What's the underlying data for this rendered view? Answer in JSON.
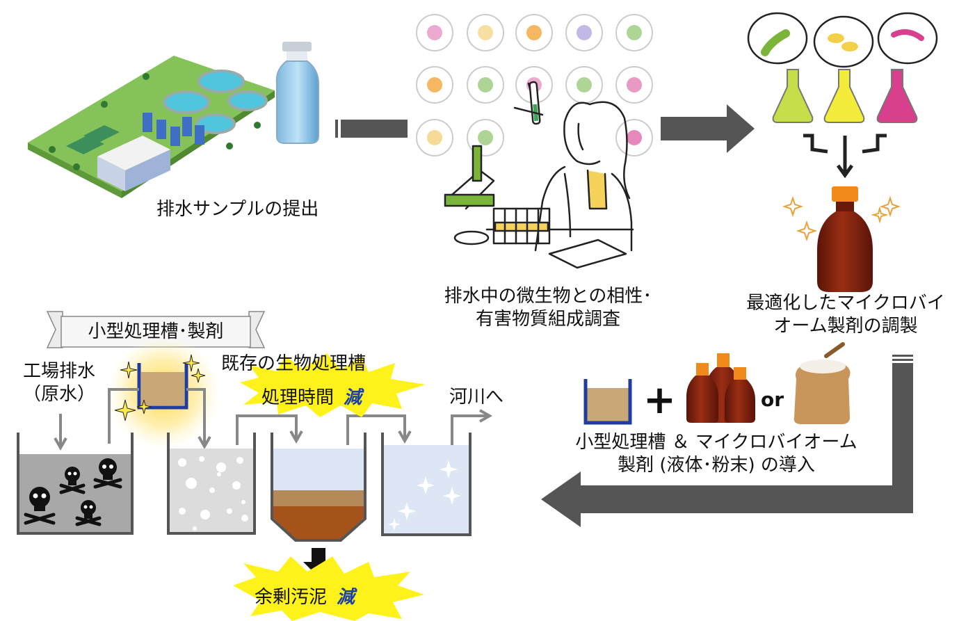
{
  "labels": {
    "submit_sample": "排水サンプルの提出",
    "survey_line1": "排水中の微生物との相性･",
    "survey_line2": "有害物質組成調査",
    "prep_line1": "最適化したマイクロバイ",
    "prep_line2": "オーム製剤の調製",
    "intro_line1": "小型処理槽 ＆ マイクロバイオーム",
    "intro_line2": "製剤 (液体･粉末) の導入",
    "or": "or",
    "small_tank_banner": "小型処理槽･製剤",
    "factory_line1": "工場排水",
    "factory_line2": "（原水）",
    "existing_tank": "既存の生物処理槽",
    "time_reduced": "処理時間",
    "reduced_mark": "減",
    "to_river": "河川へ",
    "sludge_reduced": "余剰汚泥",
    "sludge_mark": "減"
  },
  "colors": {
    "arrow_gray": "#555555",
    "burst_yellow": "#fff21a",
    "tank_blue": "#1f3c9e",
    "reduce_blue": "#1a3fa8",
    "flask_green": "#c6de4a",
    "flask_yellow": "#f4ec3a",
    "flask_pink": "#d83f8c",
    "bottle_brown": "#7a1f0c"
  }
}
